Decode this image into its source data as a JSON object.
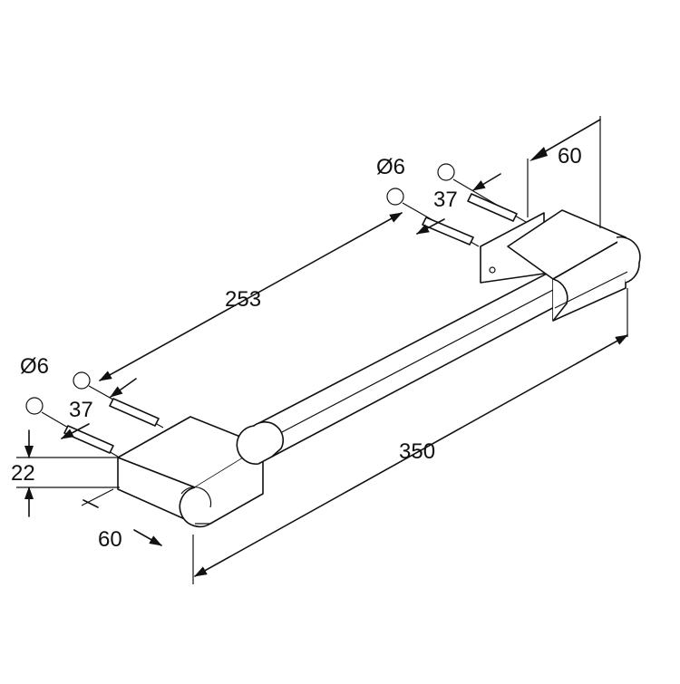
{
  "dimensions": {
    "diameter_upper": "Ø6",
    "diameter_lower": "Ø6",
    "depth_upper": "37",
    "depth_lower": "37",
    "hole_spacing": "253",
    "total_length": "350",
    "bracket_width_top": "60",
    "bracket_width_bottom": "60",
    "height": "22"
  }
}
